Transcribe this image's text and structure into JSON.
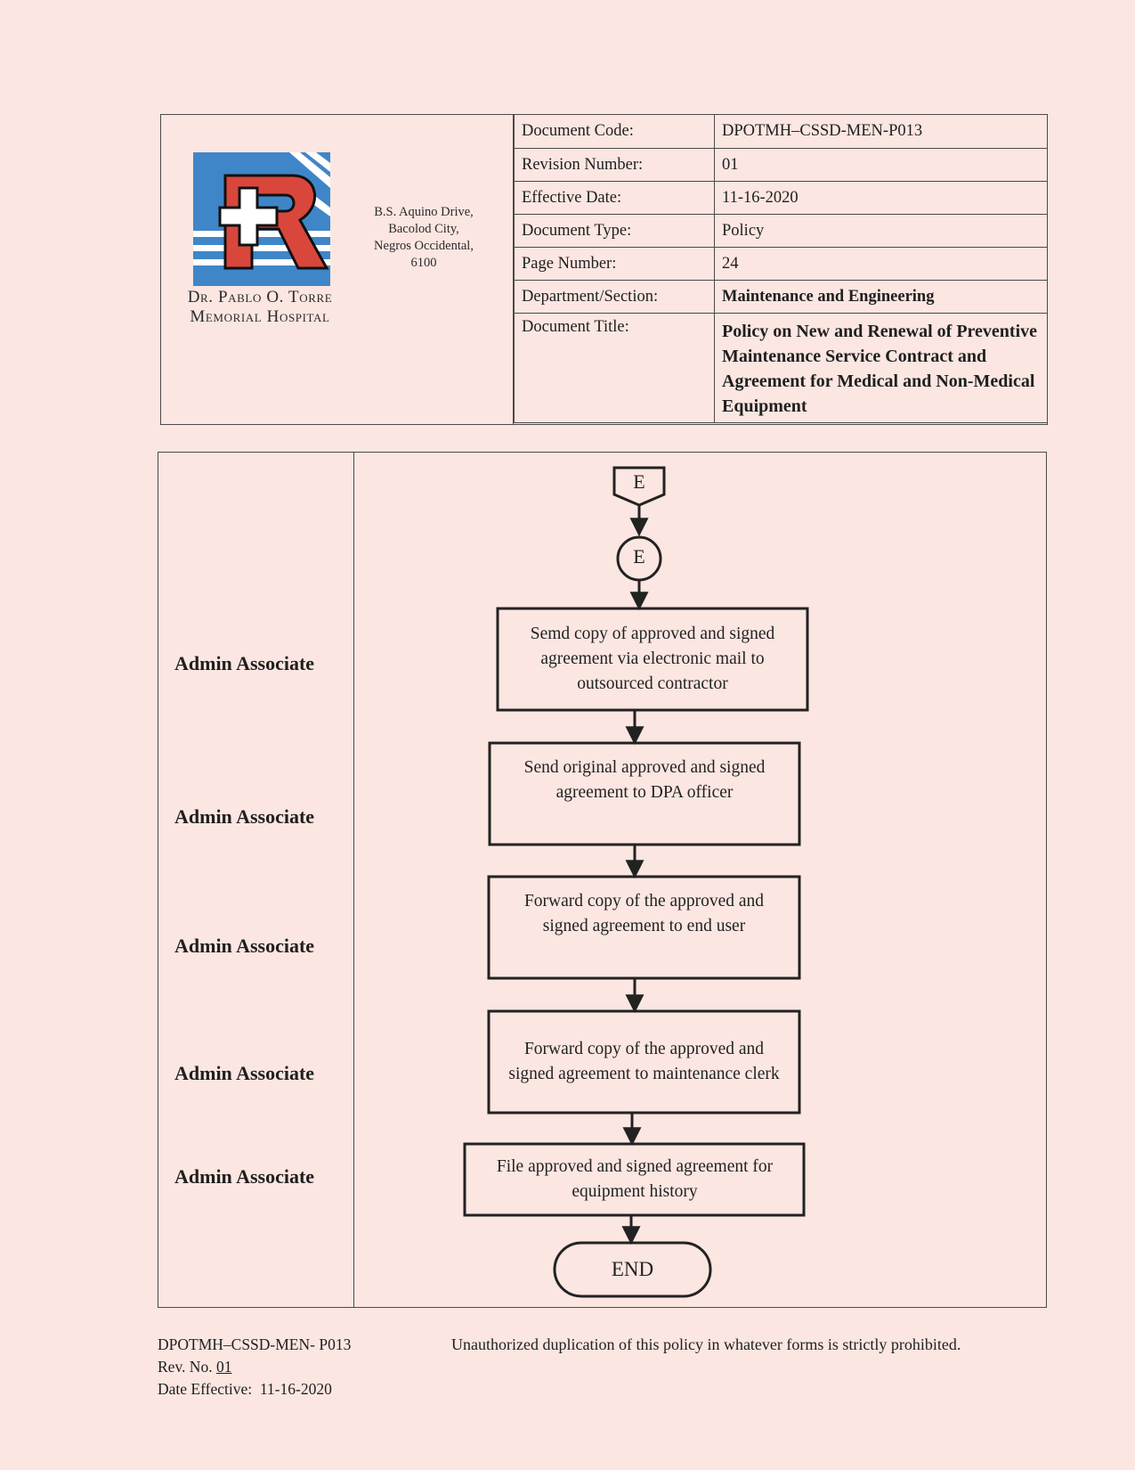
{
  "header": {
    "hospital_name_line1": "Dr. Pablo O. Torre",
    "hospital_name_line2": "Memorial Hospital",
    "address_lines": [
      "B.S. Aquino Drive,",
      "Bacolod City,",
      "Negros Occidental,",
      "6100"
    ],
    "logo_icon": "hospital-cross-r-logo-icon",
    "info": [
      {
        "label": "Document Code:",
        "value": "DPOTMH–CSSD-MEN-P013"
      },
      {
        "label": "Revision Number:",
        "value": "01"
      },
      {
        "label": "Effective Date:",
        "value": "11-16-2020"
      },
      {
        "label": "Document Type:",
        "value": "Policy"
      },
      {
        "label": "Page Number:",
        "value": "24"
      },
      {
        "label": "Department/Section:",
        "value": "Maintenance and Engineering"
      },
      {
        "label": "Document Title:",
        "value": "Policy on New and Renewal of Preventive Maintenance Service Contract and Agreement for Medical and Non-Medical Equipment"
      }
    ]
  },
  "flow": {
    "offpage_connector": "E",
    "onpage_connector": "E",
    "steps": [
      {
        "role": "Admin Associate",
        "text": "Semd copy of approved and signed agreement via electronic mail to outsourced contractor"
      },
      {
        "role": "Admin Associate",
        "text": "Send original approved and signed agreement to DPA officer"
      },
      {
        "role": "Admin Associate",
        "text": "Forward copy of the approved and signed agreement to end user"
      },
      {
        "role": "Admin Associate",
        "text": "Forward copy of the approved and signed agreement to maintenance clerk"
      },
      {
        "role": "Admin Associate",
        "text": "File approved and signed agreement for equipment history"
      }
    ],
    "terminal": "END"
  },
  "footer": {
    "code": "DPOTMH–CSSD-MEN- P013",
    "rev_label": "Rev. No. ",
    "rev_value": "01",
    "date_label": "Date Effective:  ",
    "date_value": "11-16-2020",
    "notice": "Unauthorized duplication of this policy in whatever forms is strictly prohibited."
  },
  "colors": {
    "page": "#fbe6e1",
    "logo_blue": "#3f86c9",
    "logo_red": "#d9473c"
  }
}
